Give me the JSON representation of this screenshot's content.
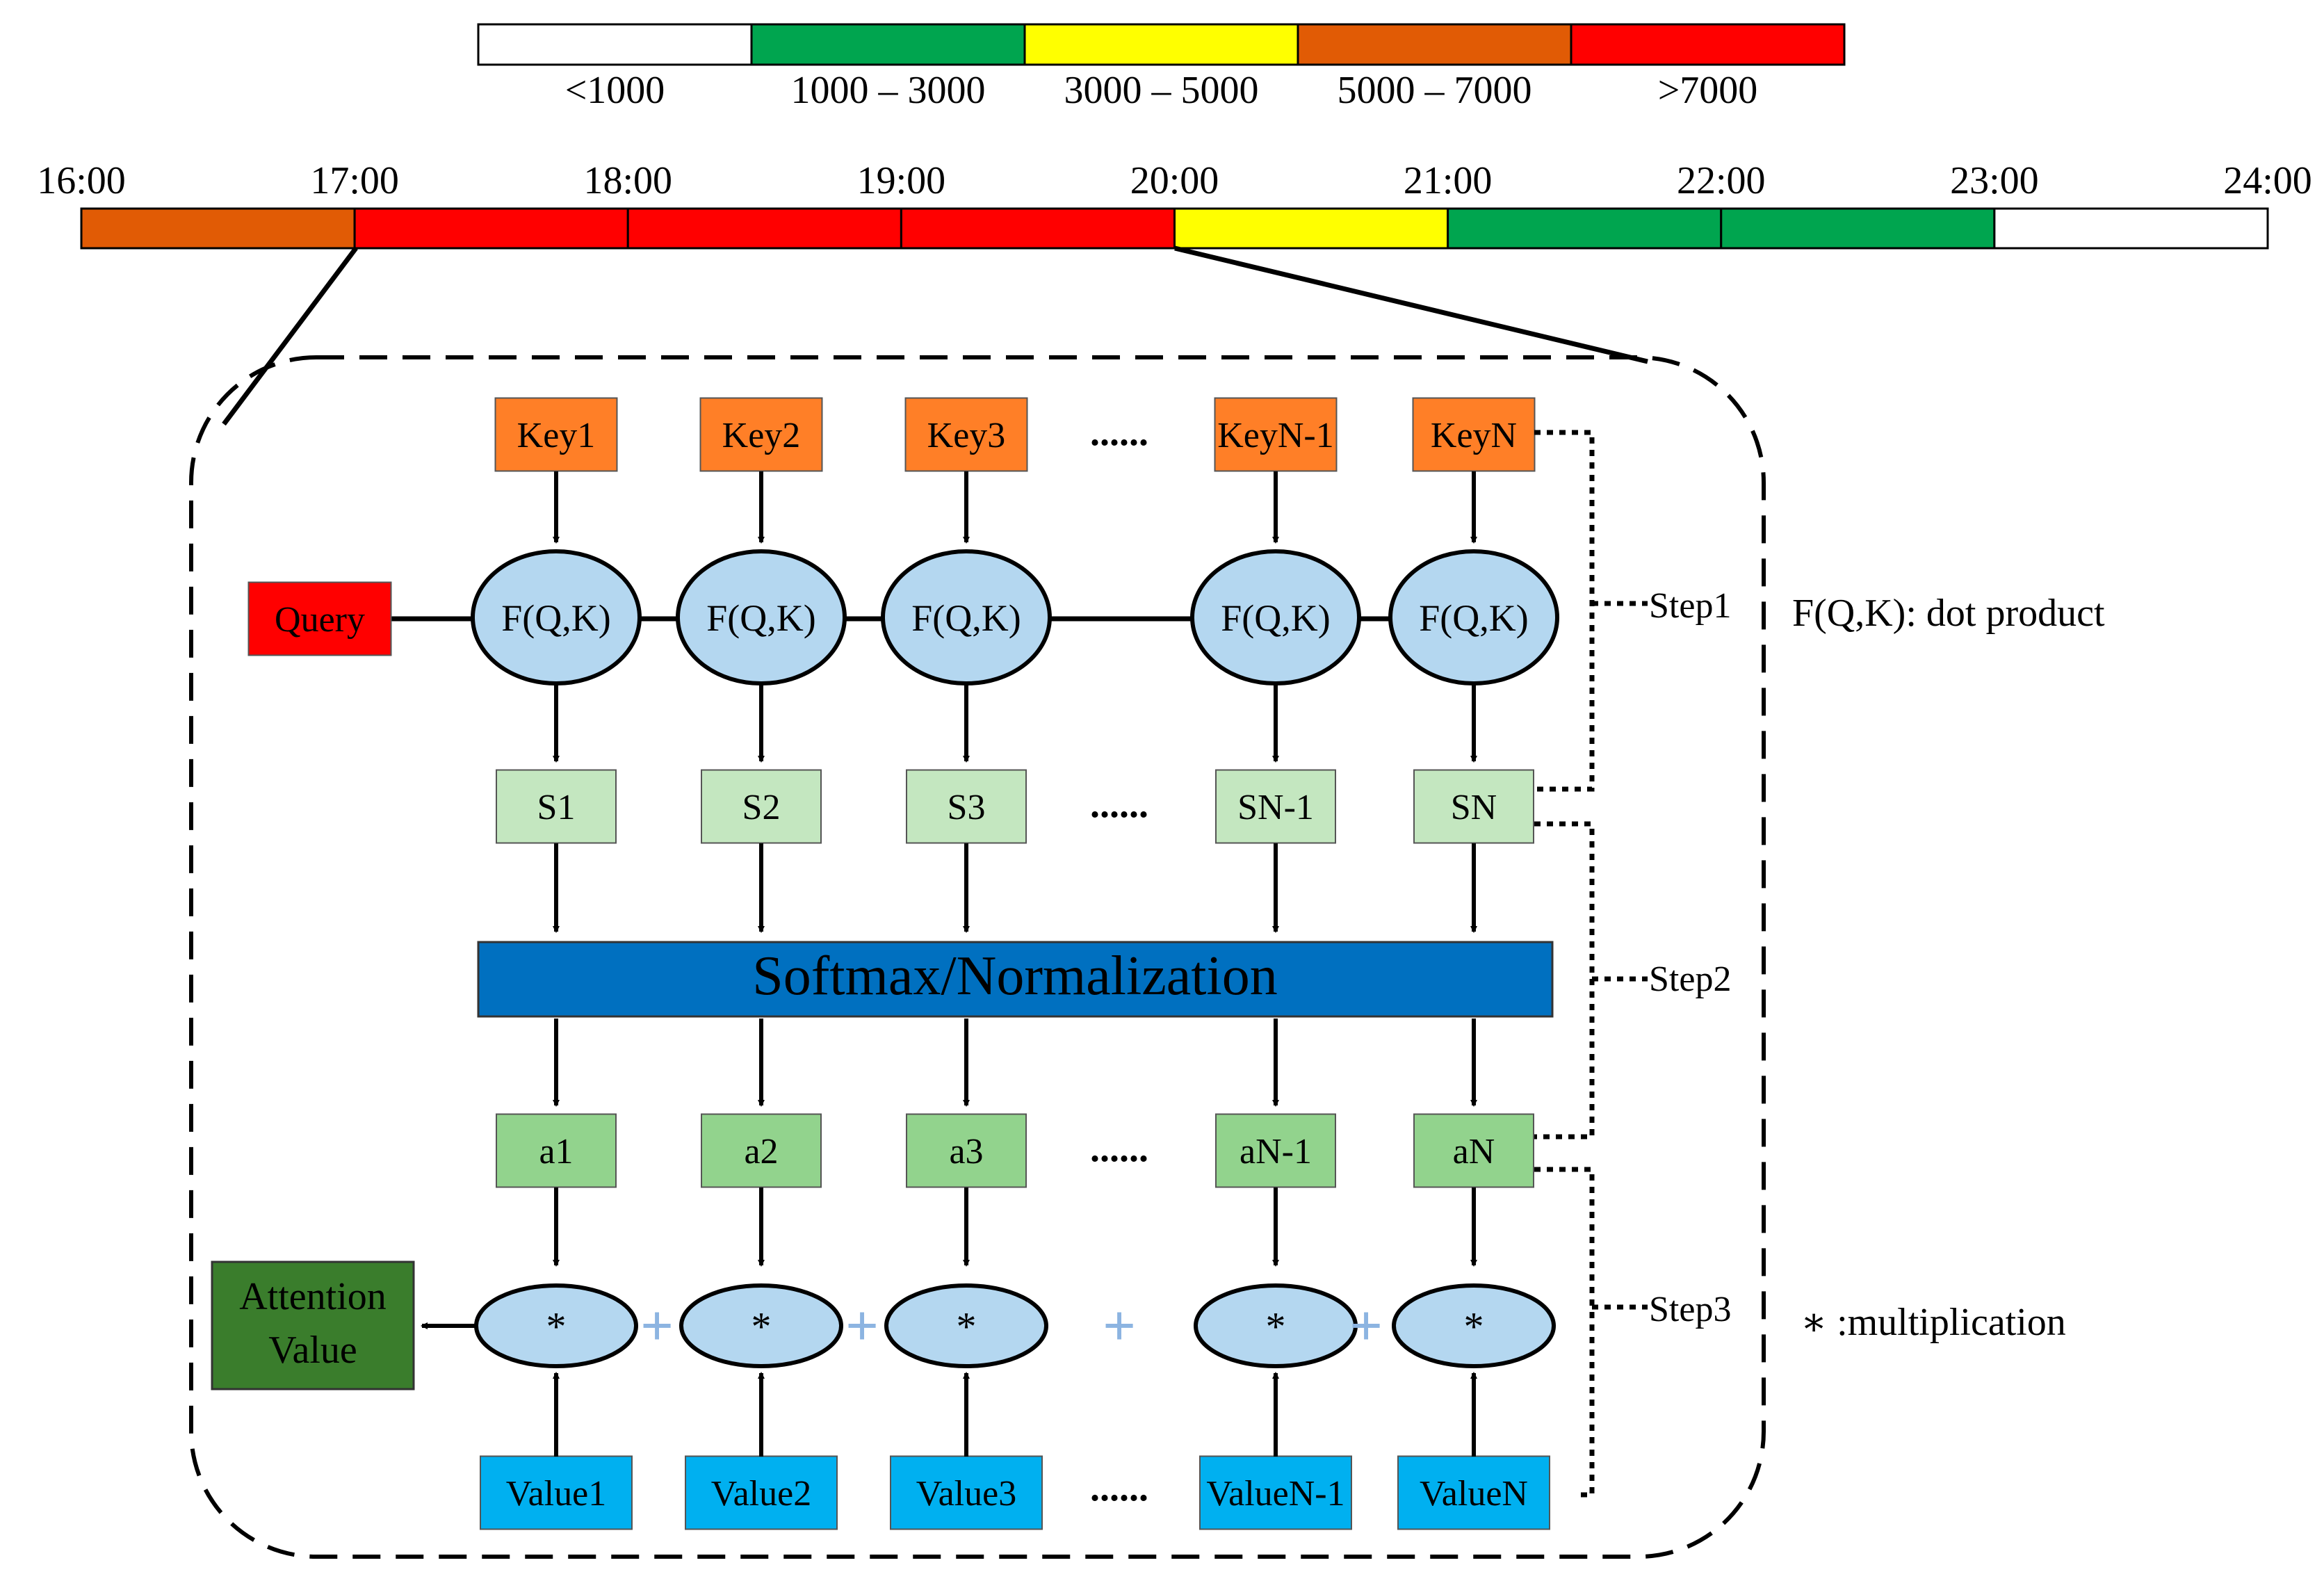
{
  "legend": {
    "items": [
      {
        "label": "<1000",
        "color": "#ffffff"
      },
      {
        "label": "1000 – 3000",
        "color": "#00a54f"
      },
      {
        "label": "3000 – 5000",
        "color": "#ffff00"
      },
      {
        "label": "5000 – 7000",
        "color": "#e15b05"
      },
      {
        "label": ">7000",
        "color": "#ff0000"
      }
    ]
  },
  "timeline": {
    "ticks": [
      "16:00",
      "17:00",
      "18:00",
      "19:00",
      "20:00",
      "21:00",
      "22:00",
      "23:00",
      "24:00"
    ],
    "segment_levels": [
      3,
      4,
      4,
      4,
      2,
      1,
      1,
      0
    ]
  },
  "diagram": {
    "keys": [
      "Key1",
      "Key2",
      "Key3",
      "KeyN-1",
      "KeyN"
    ],
    "query": "Query",
    "score_fn": "F(Q,K)",
    "scores": [
      "S1",
      "S2",
      "S3",
      "SN-1",
      "SN"
    ],
    "softmax": "Softmax/Normalization",
    "weights": [
      "a1",
      "a2",
      "a3",
      "aN-1",
      "aN"
    ],
    "mult_symbol": "*",
    "values": [
      "Value1",
      "Value2",
      "Value3",
      "ValueN-1",
      "ValueN"
    ],
    "attention_value": [
      "Attention",
      "Value"
    ],
    "plus_symbol": "+",
    "ellipsis": "......",
    "steps": [
      "Step1",
      "Step2",
      "Step3"
    ],
    "notes": {
      "step1": "F(Q,K): dot product",
      "step3": "∗ :multiplication"
    },
    "colors": {
      "key": "#ff7f27",
      "query": "#ff0000",
      "ellipse": "#b4d7f0",
      "score": "#c4e7c0",
      "softmax": "#0070c0",
      "weight": "#92d38d",
      "value": "#00b0f0",
      "attention": "#3a7d2c",
      "plus": "#8cb4e1"
    }
  }
}
